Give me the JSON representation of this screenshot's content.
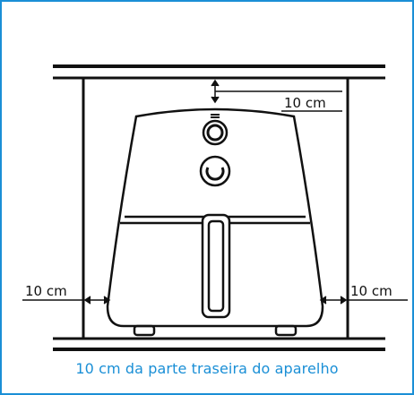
{
  "diagram": {
    "labels": {
      "top_clearance": "10 cm",
      "left_clearance": "10 cm",
      "right_clearance": "10 cm"
    },
    "caption": "10 cm da parte traseira do aparelho"
  },
  "colors": {
    "frame_border": "#1a8fd6",
    "caption_text": "#1a8fd6",
    "line": "#111111"
  },
  "icons": {
    "appliance": "air-fryer-icon"
  }
}
